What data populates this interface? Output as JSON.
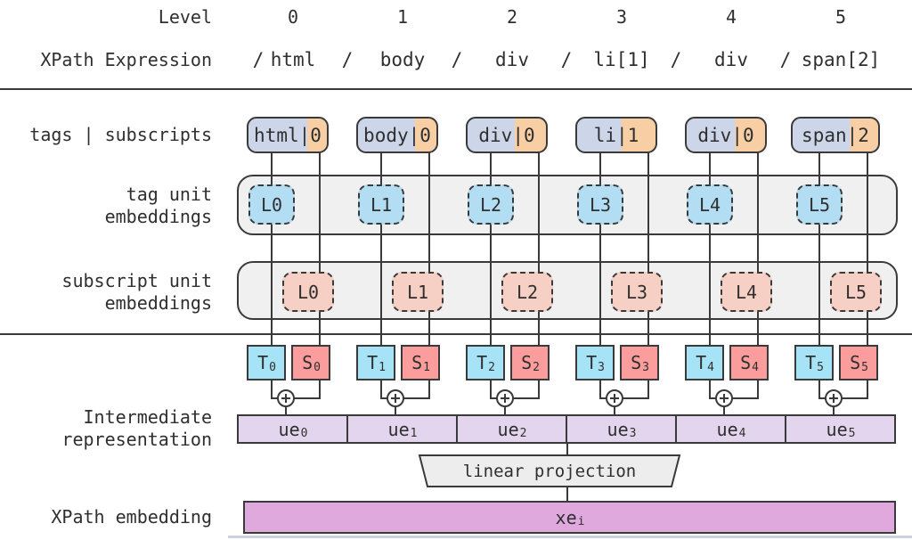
{
  "header": {
    "level_label": "Level",
    "xpath_label": "XPath Expression"
  },
  "row_labels": {
    "tags_subscripts": "tags | subscripts",
    "tag_unit_line1": "tag unit",
    "tag_unit_line2": "embeddings",
    "subscript_unit_line1": "subscript unit",
    "subscript_unit_line2": "embeddings",
    "intermediate_line1": "Intermediate",
    "intermediate_line2": "representation",
    "xpath_embedding": "XPath embedding"
  },
  "misc": {
    "slash": "/",
    "pipe": "|",
    "plus_operator": "circled-plus"
  },
  "columns": [
    {
      "level": "0",
      "expr": "html",
      "tag": "html",
      "sub": "0",
      "split": 75,
      "tag_embed": "L0",
      "sub_embed": "L0",
      "t_main": "T",
      "t_sub": "0",
      "s_main": "S",
      "s_sub": "0",
      "ue_main": "ue",
      "ue_sub": "0"
    },
    {
      "level": "1",
      "expr": "body",
      "tag": "body",
      "sub": "0",
      "split": 73,
      "tag_embed": "L1",
      "sub_embed": "L1",
      "t_main": "T",
      "t_sub": "1",
      "s_main": "S",
      "s_sub": "1",
      "ue_main": "ue",
      "ue_sub": "1"
    },
    {
      "level": "2",
      "expr": "div",
      "tag": "div",
      "sub": "0",
      "split": 60,
      "tag_embed": "L2",
      "sub_embed": "L2",
      "t_main": "T",
      "t_sub": "2",
      "s_main": "S",
      "s_sub": "2",
      "ue_main": "ue",
      "ue_sub": "2"
    },
    {
      "level": "3",
      "expr": "li[1]",
      "tag": "li",
      "sub": "1",
      "split": 56,
      "tag_embed": "L3",
      "sub_embed": "L3",
      "t_main": "T",
      "t_sub": "3",
      "s_main": "S",
      "s_sub": "3",
      "ue_main": "ue",
      "ue_sub": "3"
    },
    {
      "level": "4",
      "expr": "div",
      "tag": "div",
      "sub": "0",
      "split": 62,
      "tag_embed": "L4",
      "sub_embed": "L4",
      "t_main": "T",
      "t_sub": "4",
      "s_main": "S",
      "s_sub": "4",
      "ue_main": "ue",
      "ue_sub": "4"
    },
    {
      "level": "5",
      "expr": "span[2]",
      "tag": "span",
      "sub": "2",
      "split": 67,
      "tag_embed": "L5",
      "sub_embed": "L5",
      "t_main": "T",
      "t_sub": "5",
      "s_main": "S",
      "s_sub": "5",
      "ue_main": "ue",
      "ue_sub": "5"
    }
  ],
  "bottom": {
    "linear_projection": "linear projection",
    "xe_main": "xe",
    "xe_sub": "i"
  },
  "colors": {
    "tag_fill": "#cdd5e9",
    "subscript_fill": "#f8cfa5",
    "tag_embed_fill": "#b3ddf2",
    "subscript_embed_fill": "#f6d0c5",
    "t_fill": "#a6e3f7",
    "s_fill": "#fa9d9c",
    "ue_fill": "#e3d5ed",
    "xe_fill": "#dfa9de",
    "container_fill": "#f0f0f0",
    "line": "#3a3a3a"
  }
}
